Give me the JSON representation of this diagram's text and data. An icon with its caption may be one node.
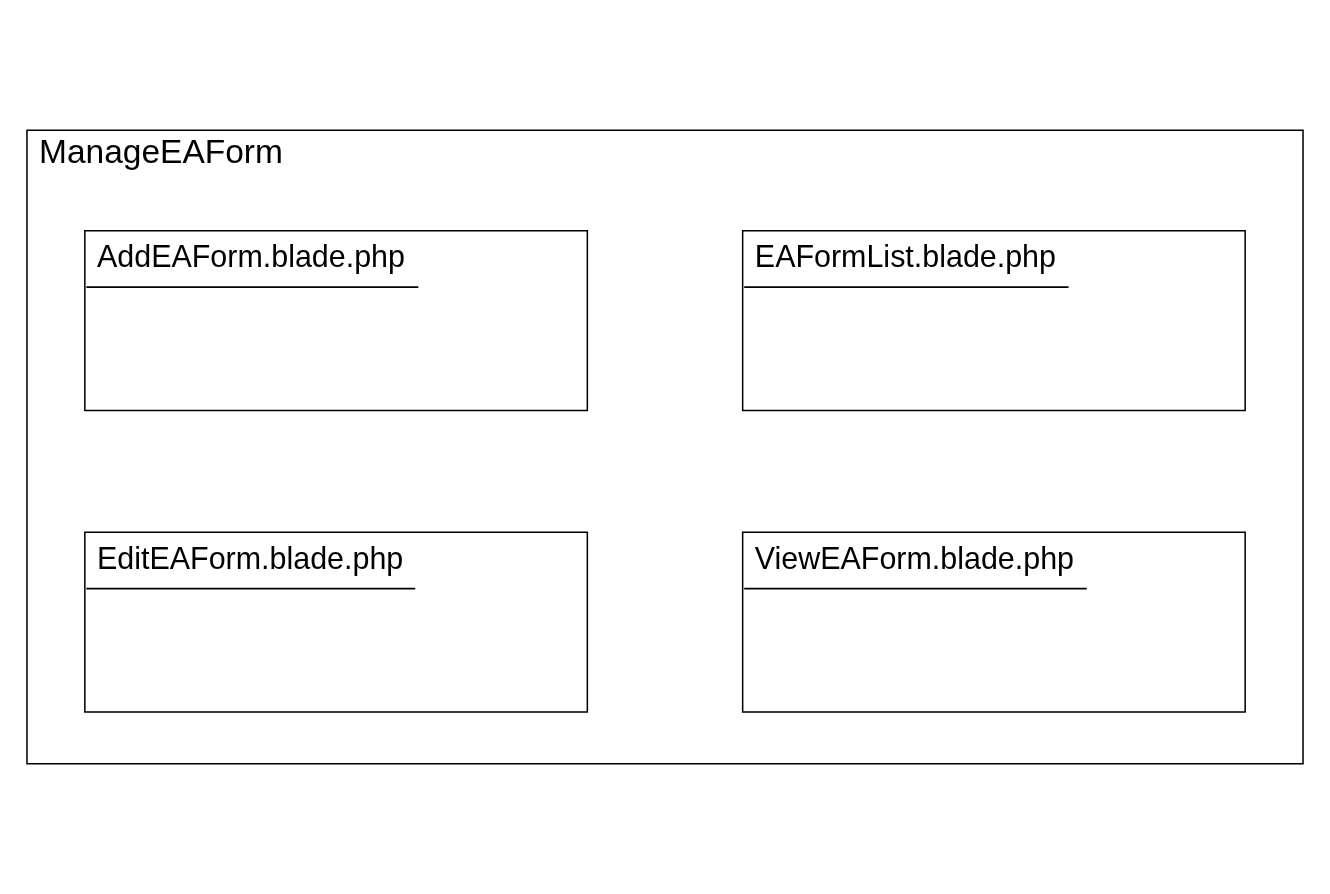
{
  "diagram": {
    "nodes": [
      {
        "text": [
          "ManageEAForm"
        ]
      },
      {
        "text": [
          "EAFormList.blade.php"
        ],
        "in": 0
      },
      {
        "text": [
          "AddEAForm.blade.php"
        ],
        "in": 0
      },
      {
        "text": [
          "ViewEAForm.blade.php"
        ],
        "in": 0
      },
      {
        "text": [
          "EditEAForm.blade.php"
        ],
        "in": 0
      }
    ]
  }
}
